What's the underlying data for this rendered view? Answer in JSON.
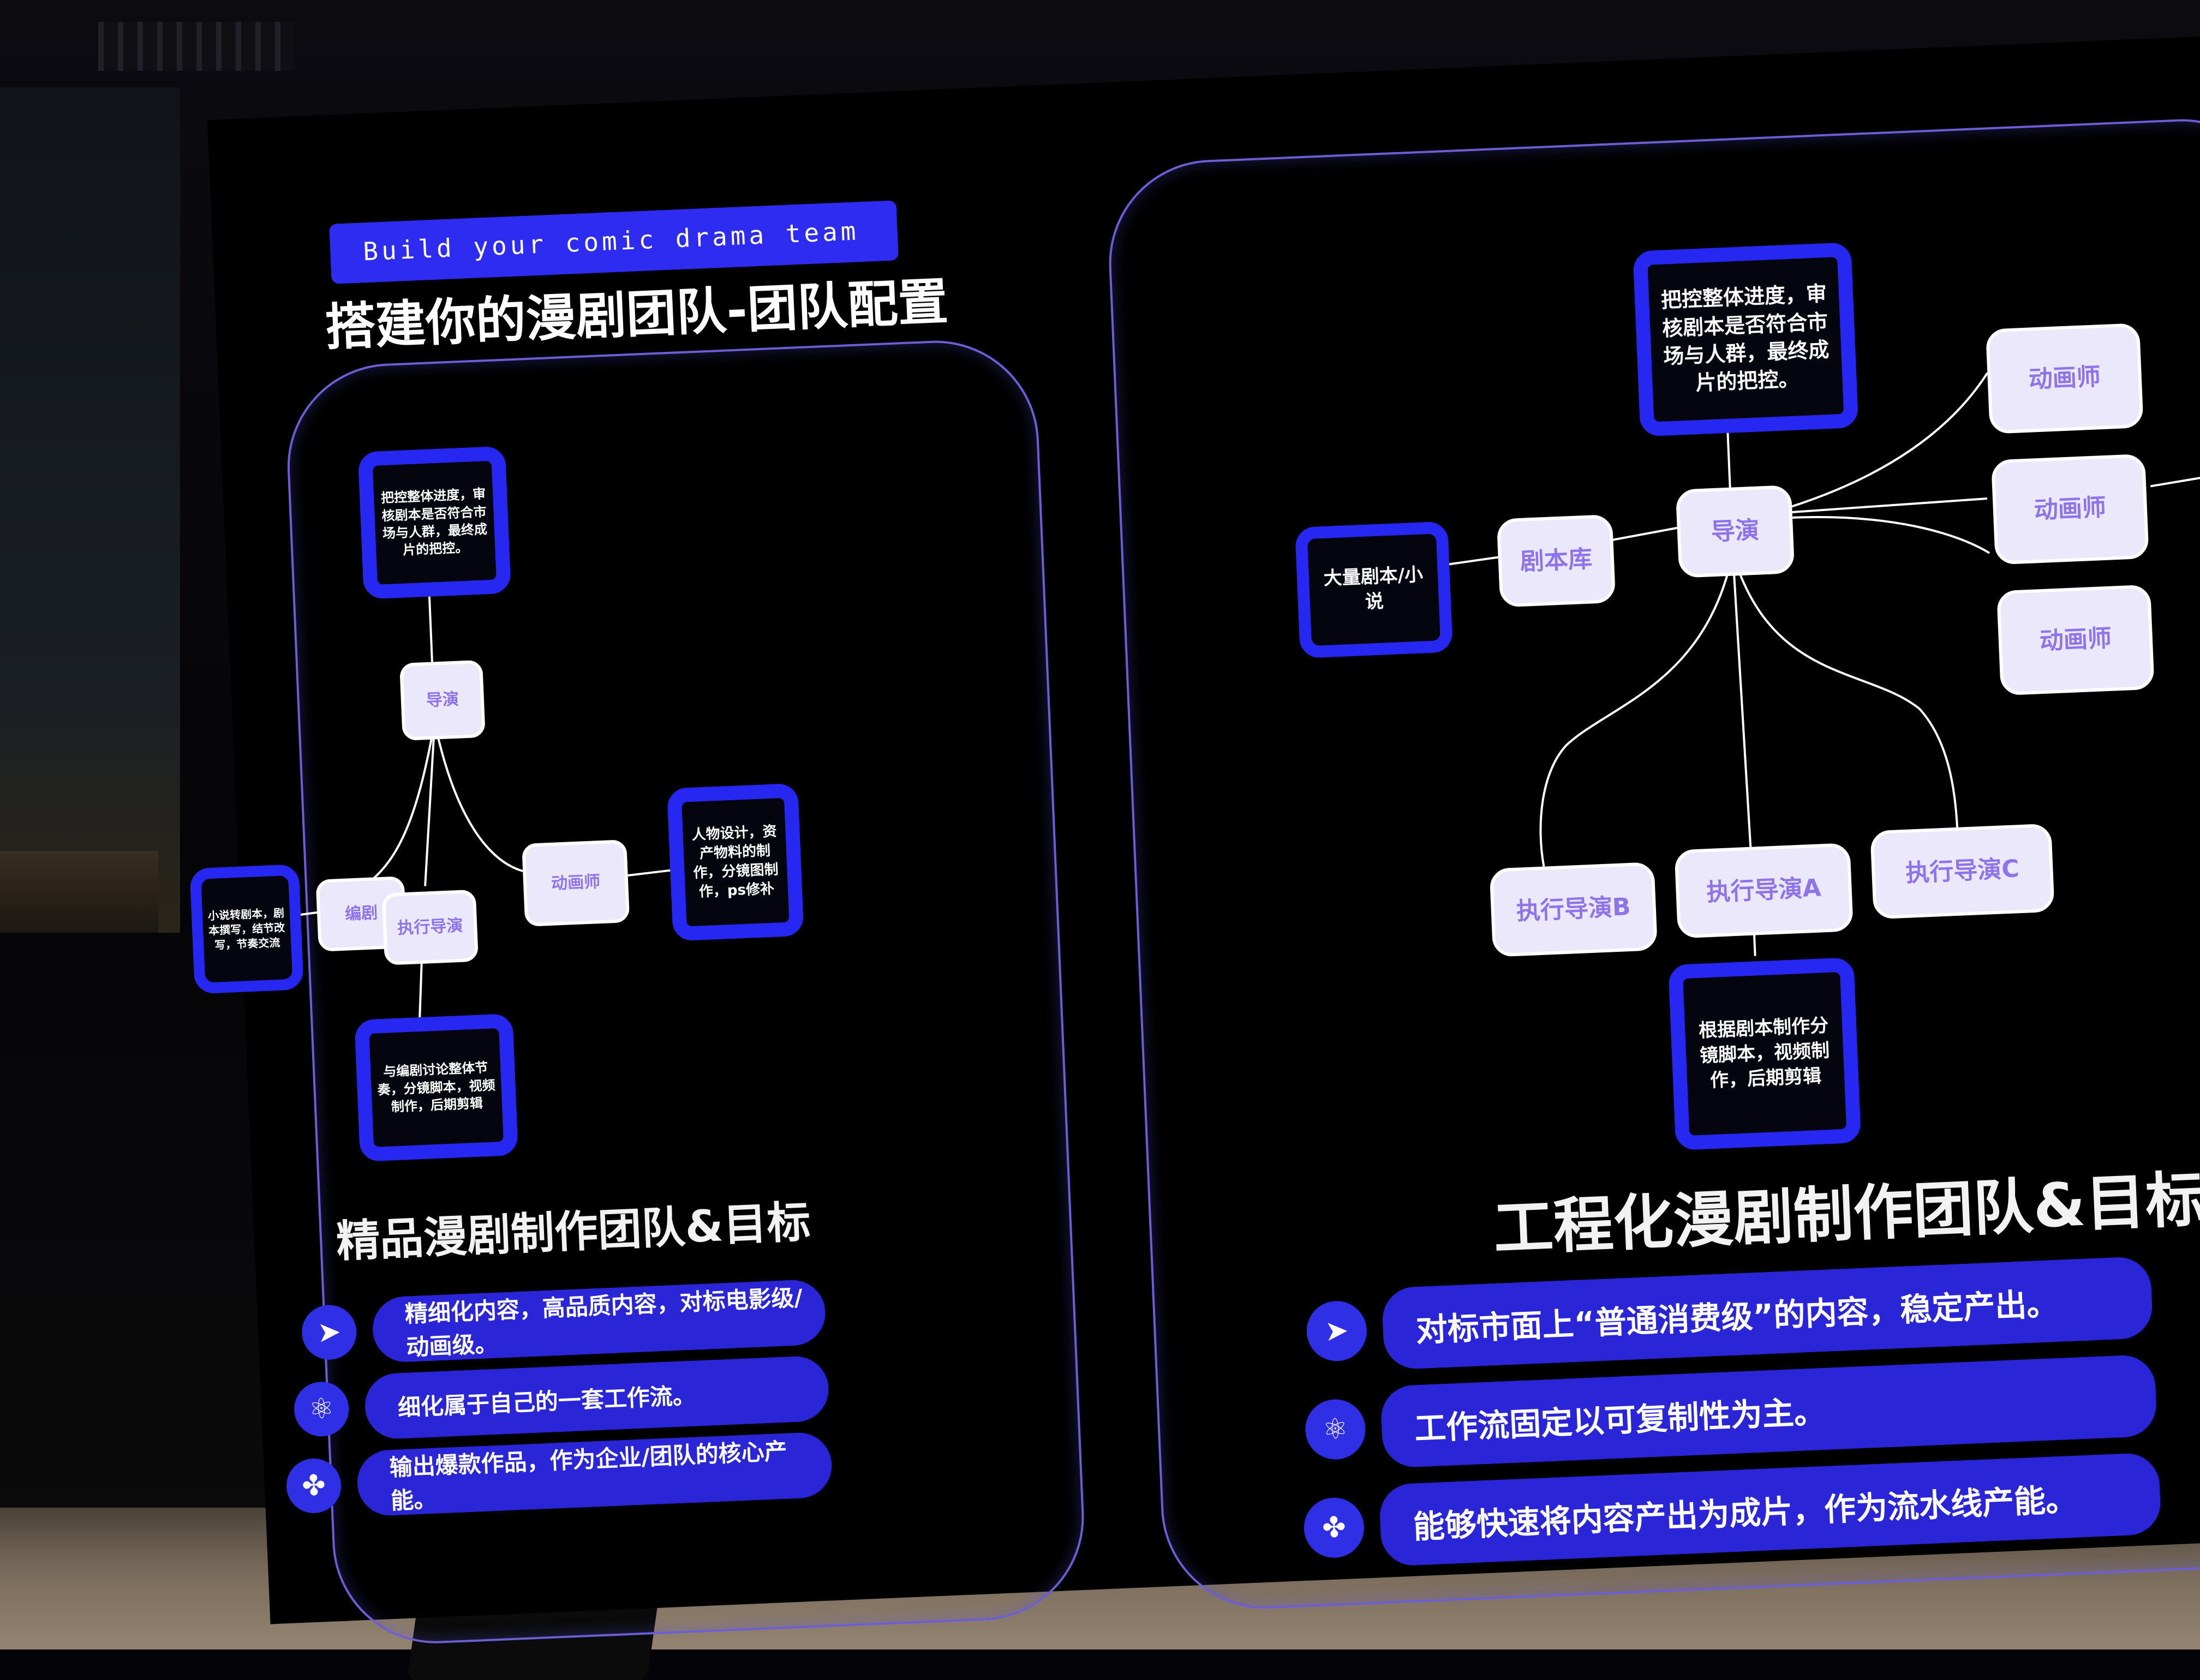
{
  "tag": "Build your comic drama team",
  "headline": "搭建你的漫剧团队-团队配置",
  "left": {
    "nodes": {
      "top_box": "把控整体进度，审核剧本是否符合市场与人群，最终成片的把控。",
      "director": "导演",
      "left_box": "小说转剧本，剧本撰写，结节改写，节奏交流",
      "writer": "编剧",
      "exec_director": "执行导演",
      "animator": "动画师",
      "right_box": "人物设计，资产物料的制作，分镜图制作，ps修补",
      "bottom_box": "与编剧讨论整体节奏，分镜脚本，视频制作，后期剪辑"
    },
    "title": "精品漫剧制作团队&目标",
    "bullets": [
      {
        "icon": "paper-plane-icon",
        "text": "精细化内容，高品质内容，对标电影级/动画级。"
      },
      {
        "icon": "atom-icon",
        "text": "细化属于自己的一套工作流。"
      },
      {
        "icon": "clover-icon",
        "text": "输出爆款作品，作为企业/团队的核心产能。"
      }
    ]
  },
  "right": {
    "nodes": {
      "top_box": "把控整体进度，审核剧本是否符合市场与人群，最终成片的把控。",
      "director": "导演",
      "script_lib": "剧本库",
      "source_box": "大量剧本/小说",
      "animator_1": "动画师",
      "animator_2": "动画师",
      "animator_3": "动画师",
      "exec_b": "执行导演B",
      "exec_a": "执行导演A",
      "exec_c": "执行导演C",
      "bottom_box": "根据剧本制作分镜脚本，视频制作，后期剪辑"
    },
    "title": "工程化漫剧制作团队&目标",
    "bullets": [
      {
        "icon": "paper-plane-icon",
        "text": "对标市面上“普通消费级”的内容，稳定产出。"
      },
      {
        "icon": "atom-icon",
        "text": "工作流固定以可复制性为主。"
      },
      {
        "icon": "clover-icon",
        "text": "能够快速将内容产出为成片，作为流水线产能。"
      }
    ]
  },
  "colors": {
    "accent_blue": "#2727f2",
    "node_fill": "#ece8fb",
    "node_text": "#8e74ea",
    "panel_border": "#6c5fd6"
  }
}
